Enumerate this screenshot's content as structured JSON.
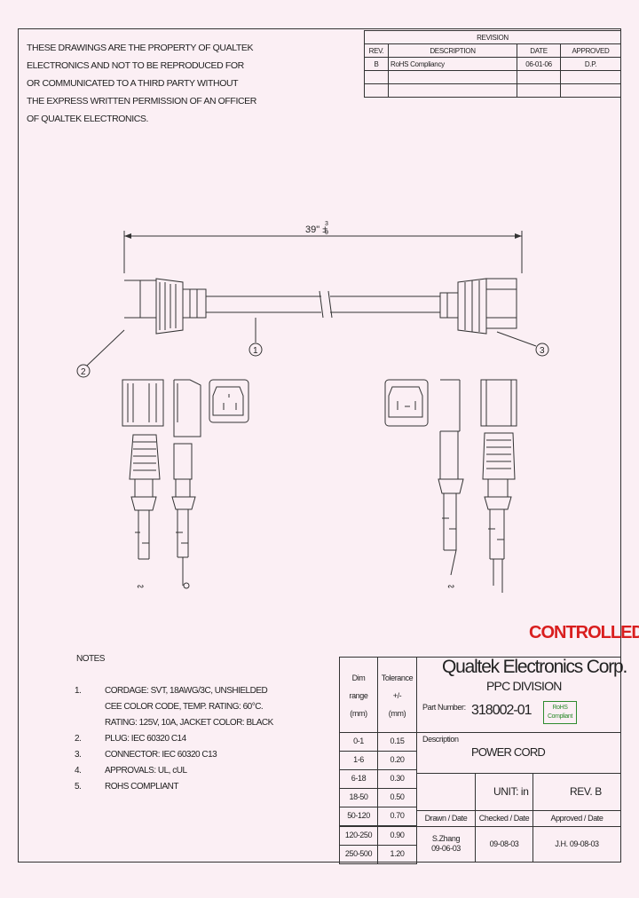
{
  "disclaimer": {
    "lines": [
      "THESE DRAWINGS ARE THE PROPERTY OF QUALTEK",
      "ELECTRONICS AND NOT TO BE REPRODUCED FOR",
      "OR COMMUNICATED TO A THIRD PARTY WITHOUT",
      "THE EXPRESS WRITTEN PERMISSION OF AN OFFICER",
      "OF QUALTEK ELECTRONICS."
    ]
  },
  "revision": {
    "title": "REVISION",
    "headers": [
      "REV.",
      "DESCRIPTION",
      "DATE",
      "APPROVED"
    ],
    "rows": [
      [
        "B",
        "RoHS Compliancy",
        "06-01-06",
        "D.P."
      ],
      [
        "",
        "",
        "",
        ""
      ],
      [
        "",
        "",
        "",
        ""
      ]
    ]
  },
  "drawing": {
    "dimension": "39\" ±",
    "tol_top": "3",
    "tol_bottom": "0",
    "balloons": [
      "1",
      "2",
      "3"
    ]
  },
  "notes": {
    "title": "NOTES",
    "items": [
      {
        "num": "1.",
        "lines": [
          "CORDAGE: SVT, 18AWG/3C, UNSHIELDED",
          "CEE COLOR CODE, TEMP. RATING: 60°C.",
          "RATING: 125V, 10A, JACKET COLOR: BLACK"
        ]
      },
      {
        "num": "2.",
        "lines": [
          "PLUG: IEC 60320 C14"
        ]
      },
      {
        "num": "3.",
        "lines": [
          "CONNECTOR: IEC 60320 C13"
        ]
      },
      {
        "num": "4.",
        "lines": [
          "APPROVALS: UL, cUL"
        ]
      },
      {
        "num": "5.",
        "lines": [
          "ROHS COMPLIANT"
        ]
      }
    ]
  },
  "stamp": "CONTROLLED",
  "title_block": {
    "dim_header": [
      "Dim",
      "range",
      "(mm)"
    ],
    "tol_header": [
      "Tolerance",
      "+/-",
      "(mm)"
    ],
    "tolerance_rows": [
      [
        "0-1",
        "0.15"
      ],
      [
        "1-6",
        "0.20"
      ],
      [
        "6-18",
        "0.30"
      ],
      [
        "18-50",
        "0.50"
      ],
      [
        "50-120",
        "0.70"
      ],
      [
        "120-250",
        "0.90"
      ],
      [
        "250-500",
        "1.20"
      ]
    ],
    "company": "Qualtek Electronics Corp.",
    "division": "PPC DIVISION",
    "part_number_label": "Part Number:",
    "part_number": "318002-01",
    "rohs_badge": [
      "RoHS",
      "Compliant"
    ],
    "description_label": "Description",
    "description": "POWER CORD",
    "unit": "UNIT: in",
    "rev": "REV. B",
    "sign_headers": [
      "Drawn / Date",
      "Checked / Date",
      "Approved / Date"
    ],
    "drawn": [
      "S.Zhang",
      "09-06-03"
    ],
    "checked": "09-08-03",
    "approved": "J.H. 09-08-03"
  }
}
